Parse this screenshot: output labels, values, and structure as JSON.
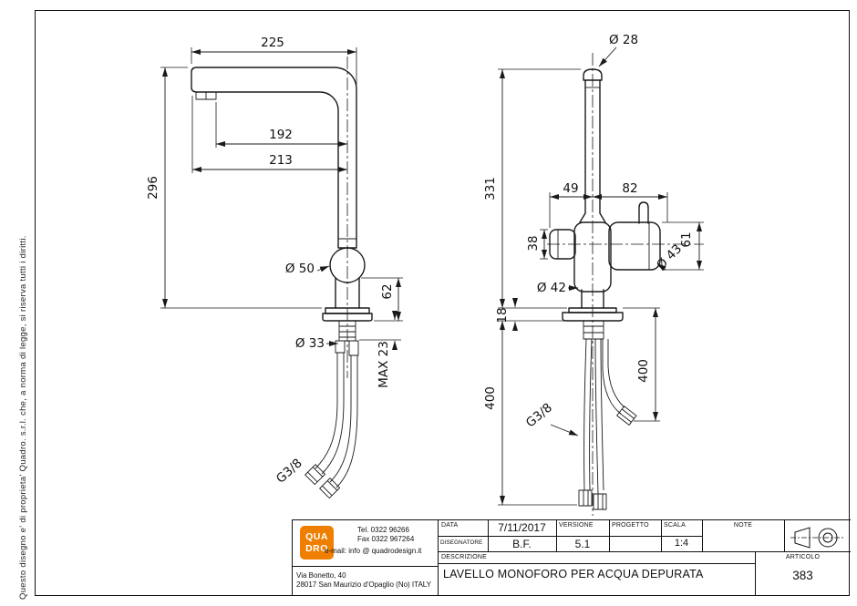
{
  "side_note": "Questo disegno e' di proprieta' Quadro. s.r.l. che, a norma di legge, si riserva tutti i diritti.",
  "front_view": {
    "dim_225": "225",
    "dim_192": "192",
    "dim_213": "213",
    "dim_296": "296",
    "dim_d50": "Ø 50",
    "dim_62": "62",
    "dim_d33": "Ø 33",
    "dim_max23": "MAX 23",
    "dim_g38": "G3/8"
  },
  "side_view": {
    "dim_d28": "Ø 28",
    "dim_331": "331",
    "dim_49": "49",
    "dim_82": "82",
    "dim_38": "38",
    "dim_d43": "Ø 43",
    "dim_61": "61",
    "dim_d42": "Ø 42",
    "dim_18": "18",
    "dim_400_left": "400",
    "dim_400_right": "400",
    "dim_g38": "G3/8"
  },
  "title_block": {
    "logo_line1": "QUA",
    "logo_line2": "DRO",
    "tel": "Tel. 0322 96266",
    "fax": "Fax 0322 967264",
    "email": "e-mail:  info @ quadrodesign.it",
    "address_line1": "Via Bonetto, 40",
    "address_line2": "28017 San Maurizio d'Opaglio (No) ITALY",
    "data_label": "DATA",
    "data_value": "7/11/2017",
    "versione_label": "VERSIONE",
    "versione_value": "5.1",
    "progetto_label": "PROGETTO",
    "scala_label": "SCALA",
    "scala_value": "1:4",
    "note_label": "NOTE",
    "disegnatore_label": "DISEGNATORE",
    "disegnatore_value": "B.F.",
    "descrizione_label": "DESCRIZIONE",
    "descrizione_value": "LAVELLO MONOFORO PER ACQUA DEPURATA",
    "articolo_label": "ARTICOLO",
    "articolo_value": "383"
  },
  "colors": {
    "line": "#1a1a1a",
    "logo_orange": "#ee7f00"
  }
}
